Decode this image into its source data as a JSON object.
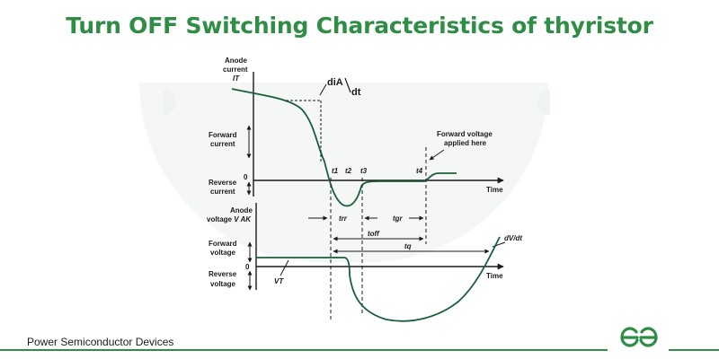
{
  "title": "Turn OFF Switching Characteristics of thyristor",
  "footer": {
    "text": "Power Semiconductor Devices"
  },
  "colors": {
    "accent": "#2f8d46",
    "curve": "#1a5e3a",
    "text": "#1a1a1a"
  },
  "icons": {
    "logo": "geeksforgeeks-logo-icon"
  },
  "labels": {
    "anode_current": [
      "Anode",
      "current"
    ],
    "it": "IT",
    "dia": "diA",
    "dt": "dt",
    "forward_current": [
      "Forward",
      "current"
    ],
    "zero_top": "0",
    "reverse_current": [
      "Reverse",
      "current"
    ],
    "time_top": "Time",
    "forward_voltage_applied": [
      "Forward voltage",
      "applied here"
    ],
    "t1": "t1",
    "t2": "t2",
    "t3": "t3",
    "t4": "t4",
    "anode_voltage": [
      "Anode",
      "voltage V AK"
    ],
    "trr": "trr",
    "tgr": "tgr",
    "toff": "toff",
    "tq": "tq",
    "dvdt": "dV/dt",
    "forward_voltage": [
      "Forward",
      "voltage"
    ],
    "zero_bottom": "0",
    "reverse_voltage": [
      "Reverse",
      "voltage"
    ],
    "vt": "VT",
    "time_bottom": "Time"
  }
}
